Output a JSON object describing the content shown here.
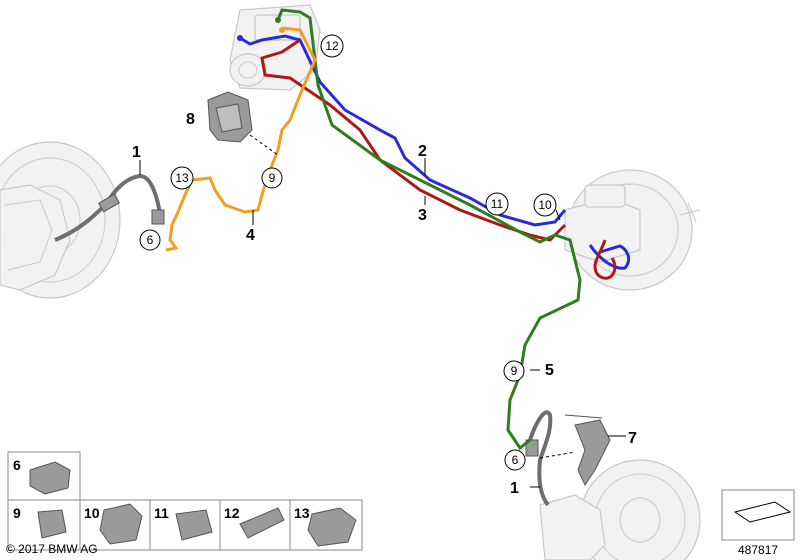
{
  "copyright": "© 2017 BMW AG",
  "diagram_id": "487817",
  "callouts": {
    "c1a": "1",
    "c1b": "1",
    "c2": "2",
    "c3": "3",
    "c4": "4",
    "c5": "5",
    "c6a": "6",
    "c6b": "6",
    "c7": "7",
    "c8": "8",
    "c9a": "9",
    "c9b": "9",
    "c10": "10",
    "c11": "11",
    "c12": "12",
    "c13": "13"
  },
  "legend": {
    "top": "6",
    "bottom": [
      "9",
      "10",
      "11",
      "12",
      "13"
    ]
  },
  "colors": {
    "blue": "#2a2ad6",
    "red": "#b01818",
    "green": "#2e7d1f",
    "orange": "#f0a020",
    "hose": "#6e6e6e"
  }
}
